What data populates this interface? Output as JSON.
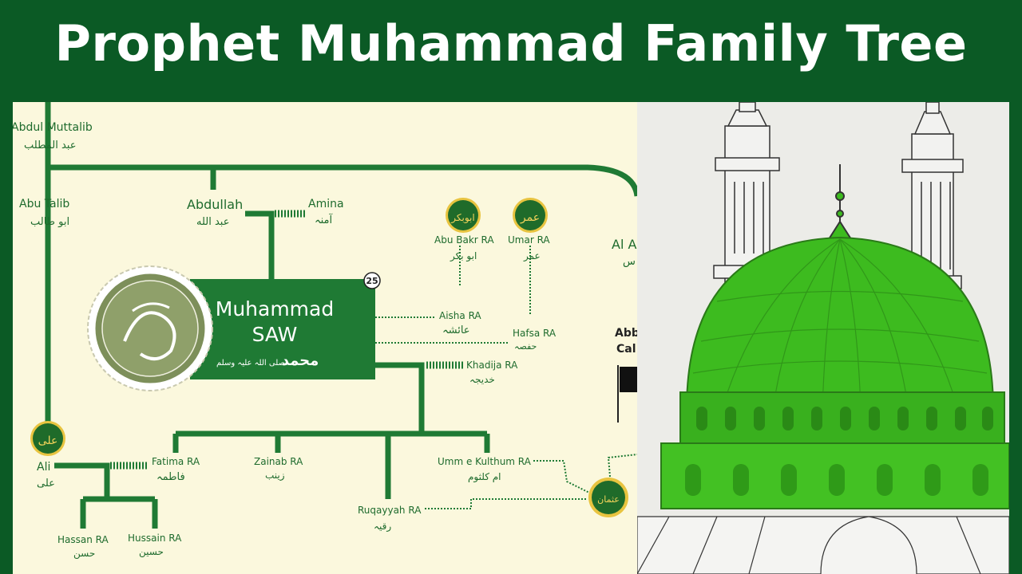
{
  "title": "Prophet Muhammad Family Tree",
  "colors": {
    "banner": "#0b5a25",
    "line": "#1f7a34",
    "label": "#1e6b2d",
    "panel": "#fbf8dd",
    "dome": "#3dbb1f",
    "box": "#1f7a34"
  },
  "people": {
    "abdul_muttalib": {
      "en": "Abdul Muttalib",
      "ar": "عبد المطلب"
    },
    "abu_talib": {
      "en": "Abu Talib",
      "ar": "ابو طالب"
    },
    "abdullah": {
      "en": "Abdullah",
      "ar": "عبد الله"
    },
    "amina": {
      "en": "Amina",
      "ar": "آمنہ"
    },
    "abu_bakr": {
      "en": "Abu Bakr RA",
      "ar": "ابو بکر"
    },
    "umar": {
      "en": "Umar RA",
      "ar": "عمر"
    },
    "al_abbas": {
      "en": "Al A",
      "ar": "س"
    },
    "muhammad": {
      "en1": "Muhammad",
      "en2": "SAW",
      "ar": "محمد",
      "ar_small": "صلی اللہ علیہ وسلم"
    },
    "aisha": {
      "en": "Aisha RA",
      "ar": "عائشہ"
    },
    "hafsa": {
      "en": "Hafsa RA",
      "ar": "حفصہ"
    },
    "khadija": {
      "en": "Khadija RA",
      "ar": "خدیجہ"
    },
    "ali": {
      "en": "Ali",
      "ar": "علی"
    },
    "fatima": {
      "en": "Fatima RA",
      "ar": "فاطمہ"
    },
    "zainab": {
      "en": "Zainab RA",
      "ar": "زینب"
    },
    "umm_kulthum": {
      "en": "Umm e Kulthum RA",
      "ar": "ام کلثوم"
    },
    "ruqayyah": {
      "en": "Ruqayyah RA",
      "ar": "رقیہ"
    },
    "hassan": {
      "en": "Hassan RA",
      "ar": "حسن"
    },
    "hussain": {
      "en": "Hussain RA",
      "ar": "حسین"
    }
  },
  "badge_number": "25",
  "abbasid": {
    "line1": "Abb",
    "line2": "Cal"
  },
  "seal_text": {
    "ali": "علی",
    "abu_bakr": "ابوبکر",
    "umar": "عمر",
    "uthman": "عثمان"
  }
}
